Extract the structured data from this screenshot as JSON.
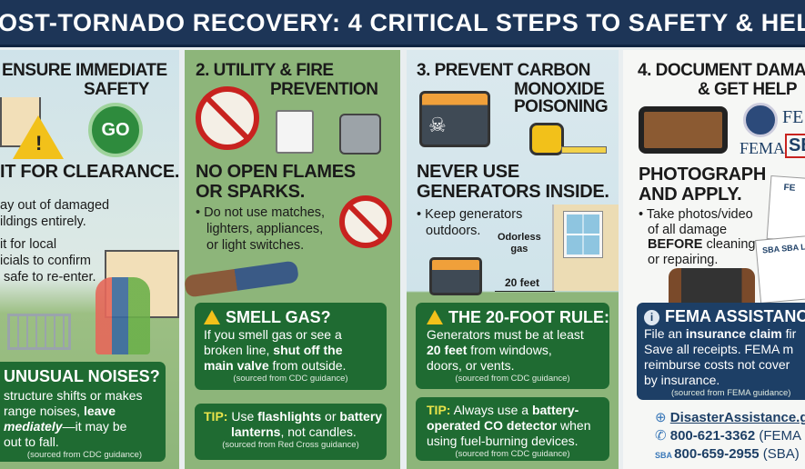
{
  "title": "OST-TORNADO RECOVERY: 4 CRITICAL STEPS TO SAFETY & HEL",
  "colors": {
    "title_bg": "#1d3557",
    "box_green": "#1f6b32",
    "box_blue": "#1d3f66",
    "tip_yellow": "#e9e34a",
    "panel_green": "#8db57a"
  },
  "step1": {
    "heading": [
      "ENSURE IMMEDIATE",
      "SAFETY"
    ],
    "go_label": "GO",
    "subheading": "IT FOR CLEARANCE.",
    "bullets": [
      "ay out of damaged",
      "ildings entirely.",
      "it for local",
      "icials to confirm",
      "safe to re-enter."
    ],
    "box": {
      "title": "UNUSUAL NOISES?",
      "lines": [
        "structure shifts or makes",
        "range noises, "
      ],
      "bold": "leave",
      "bold2": "mediately",
      "rest": "—it may be",
      "last": "out to fall.",
      "source": "(sourced from CDC guidance)"
    }
  },
  "step2": {
    "heading": [
      "2. UTILITY & FIRE",
      "PREVENTION"
    ],
    "subheading": [
      "NO OPEN FLAMES",
      "OR SPARKS."
    ],
    "bullet": [
      "• Do not use matches,",
      "lighters, appliances,",
      "or light switches."
    ],
    "box": {
      "title": "SMELL GAS?",
      "l1": "If you smell gas or see a",
      "l2a": "broken line, ",
      "l2b": "shut off the",
      "l3a": "main valve",
      "l3b": " from outside.",
      "source": "(sourced from CDC guidance)"
    },
    "tip": {
      "label": "TIP:",
      "a": " Use ",
      "b": "flashlights",
      "c": " or ",
      "d": "battery",
      "e": "lanterns",
      "f": ", not candles.",
      "source": "(sourced from Red Cross guidance)"
    }
  },
  "step3": {
    "heading": [
      "3. PREVENT CARBON",
      "MONOXIDE",
      "POISONING"
    ],
    "subheading": [
      "NEVER USE",
      "GENERATORS INSIDE."
    ],
    "bullet": [
      "• Keep generators",
      "outdoors."
    ],
    "gas_label": [
      "Odorless",
      "gas"
    ],
    "distance_label": "20 feet",
    "box": {
      "title": "THE 20-FOOT RULE:",
      "l1": "Generators must be at least",
      "l2a": "20 feet",
      "l2b": " from windows,",
      "l3": "doors, or vents.",
      "source": "(sourced from CDC guidance)"
    },
    "tip": {
      "label": "TIP:",
      "a": " Always use a ",
      "b": "battery-",
      "c": "operated CO detector",
      "d": " when",
      "e": "using fuel-burning devices.",
      "source": "(sourced from CDC guidance)"
    }
  },
  "step4": {
    "heading": [
      "4. DOCUMENT DAMA",
      "& GET HELP"
    ],
    "logos": {
      "fema1": "FE",
      "fema2": "FEMA",
      "sba": "SB",
      "doc_fema": "FE",
      "doc_sba": "SBA SBA L"
    },
    "subheading": [
      "PHOTOGRAPH",
      "AND APPLY."
    ],
    "bullet": [
      "• Take photos/video",
      "of all damage"
    ],
    "bold": "BEFORE",
    "bullet_rest": [
      " cleaning",
      "or repairing."
    ],
    "box": {
      "title": "FEMA ASSISTANC",
      "l1a": "File an ",
      "l1b": "insurance claim",
      "l1c": " fir",
      "l2": "Save all receipts. FEMA m",
      "l3": "reimburse costs not cover",
      "l4": "by insurance.",
      "source": "(sourced from FEMA guidance)"
    },
    "links": [
      {
        "icon": "globe-icon",
        "text": "DisasterAssistance.g",
        "suffix": ""
      },
      {
        "icon": "phone-icon",
        "text": "800-621-3362",
        "suffix": " (FEMA"
      },
      {
        "icon": "sba-icon",
        "text": "800-659-2955",
        "suffix": " (SBA)"
      }
    ]
  }
}
